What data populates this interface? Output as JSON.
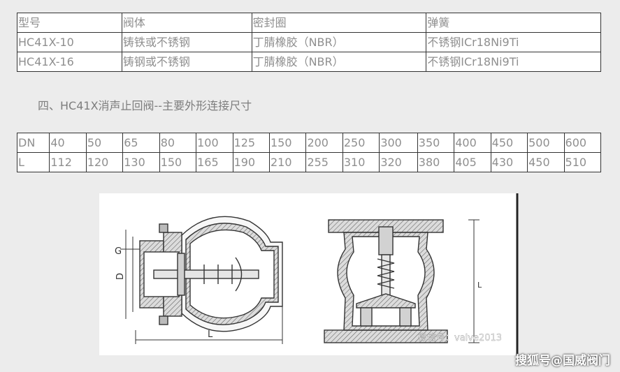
{
  "spec_table": {
    "header": [
      "型号",
      "阀体",
      "密封圈",
      "弹簧"
    ],
    "rows": [
      [
        "HC41X-10",
        "铸铁或不锈钢",
        "丁腈橡胶（NBR）",
        "不锈钢ICr18Ni9Ti"
      ],
      [
        "HC41X-16",
        "铸钢或不锈钢",
        "丁腈橡胶（NBR）",
        "不锈钢ICr18Ni9Ti"
      ]
    ]
  },
  "section_heading": "四、HC41X消声止回阀--主要外形连接尺寸",
  "dim_table": {
    "dn_row": [
      "DN",
      "40",
      "50",
      "65",
      "80",
      "100",
      "125",
      "150",
      "200",
      "250",
      "300",
      "350",
      "400",
      "450",
      "500",
      "600"
    ],
    "l_row": [
      "L",
      "112",
      "120",
      "130",
      "150",
      "165",
      "190",
      "210",
      "255",
      "310",
      "320",
      "380",
      "405",
      "430",
      "450",
      "510"
    ]
  },
  "drawing": {
    "label_g": "G",
    "label_d": "D",
    "label_l_left": "L",
    "label_l_right": "L",
    "inner_watermark": "微信号：valve2013"
  },
  "footer_watermark": "搜狐号@国威阀门",
  "colors": {
    "line": "#333333",
    "hatch": "#666666",
    "text": "#8f8f8f"
  }
}
